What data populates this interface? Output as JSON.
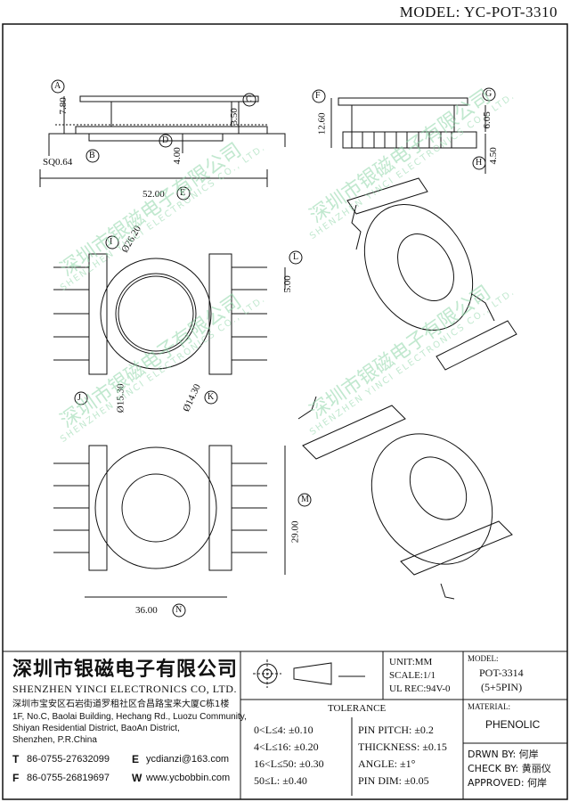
{
  "header": {
    "model": "MODEL: YC-POT-3310"
  },
  "dims": {
    "a": "A",
    "b": "B",
    "c": "C",
    "d": "D",
    "e": "E",
    "f": "F",
    "g": "G",
    "h": "H",
    "i": "I",
    "j": "J",
    "k": "K",
    "l": "L",
    "m": "M",
    "n": "N",
    "v780": "7.80",
    "v350": "3.50",
    "v400": "4.00",
    "vsq": "SQ0.64",
    "v5200": "52.00",
    "v1260": "12.60",
    "v605": "6.05",
    "v450": "4.50",
    "v2620": "Ø26.20",
    "v500": "5.00",
    "v1530": "Ø15.30",
    "v1430": "Ø14.30",
    "v2900": "29.00",
    "v3600": "36.00"
  },
  "watermark": {
    "cn": "深圳市银磁电子有限公司",
    "en": "SHENZHEN YINCI ELECTRONICS CO., LTD."
  },
  "company": {
    "name_cn": "深圳市银磁电子有限公司",
    "name_en": "SHENZHEN YINCI ELECTRONICS CO, LTD.",
    "addr_cn": "深圳市宝安区石岩街道罗租社区合昌路宝来大厦C栋1楼",
    "addr1": "1F, No.C, Baolai Building, Hechang Rd., Luozu Community,",
    "addr2": "Shiyan Residential District, BaoAn District,",
    "addr3": "Shenzhen, P.R.China",
    "t_label": "T",
    "t_value": "86-0755-27632099",
    "f_label": "F",
    "f_value": "86-0755-26819697",
    "e_label": "E",
    "e_value": "ycdianzi@163.com",
    "w_label": "W",
    "w_value": "www.ycbobbin.com"
  },
  "specs": {
    "unit": "UNIT:MM",
    "scale": "SCALE:1/1",
    "ul": "UL REC:94V-0"
  },
  "model_box": {
    "label": "MODEL:",
    "value": "POT-3314",
    "pins": "(5+5PIN)"
  },
  "material": {
    "label": "MATERIAL:",
    "value": "PHENOLIC"
  },
  "tolerance": {
    "title": "TOLERANCE",
    "rows": [
      "0<L≤4: ±0.10",
      "4<L≤16: ±0.20",
      "16<L≤50: ±0.30",
      "50≤L: ±0.40"
    ],
    "pin": [
      "PIN PITCH: ±0.2",
      "THICKNESS: ±0.15",
      "ANGLE: ±1°",
      "PIN DIM: ±0.05"
    ]
  },
  "approval": {
    "drawn": "DRWN BY: 何岸",
    "check": "CHECK BY: 黄丽仪",
    "approved": "APPROVED: 何岸"
  }
}
